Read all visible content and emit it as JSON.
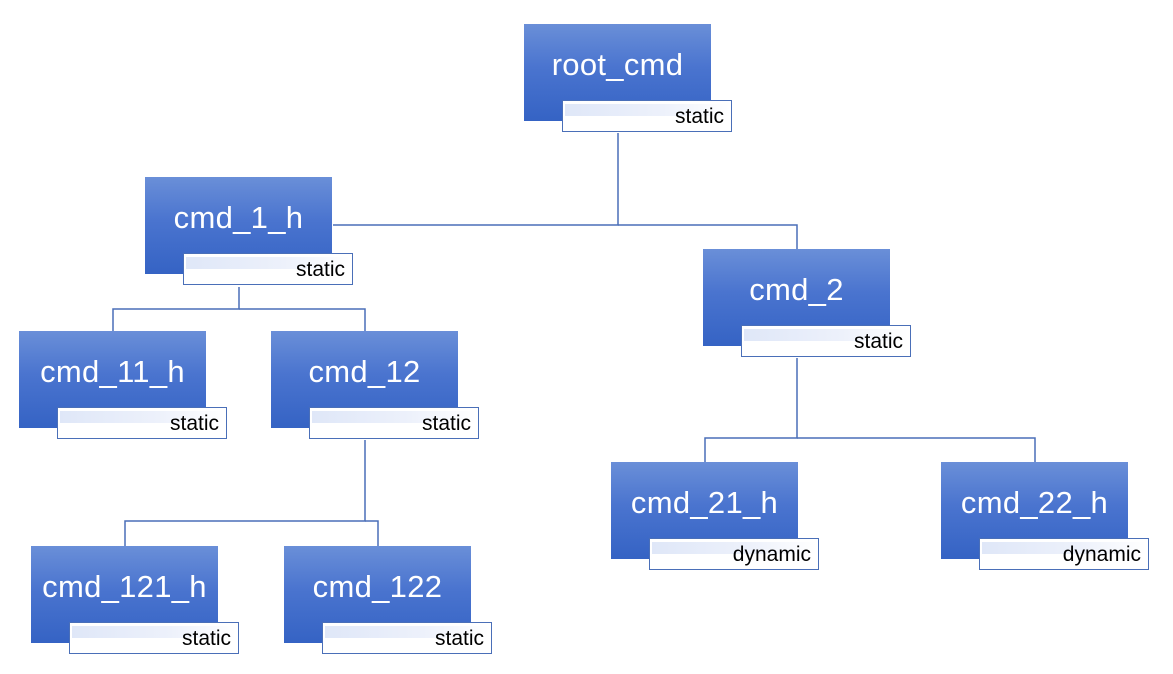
{
  "colors": {
    "node_fill": "#4a74cf",
    "connector": "#4a6fb8",
    "tag_border": "#4a6fb8"
  },
  "nodes": [
    {
      "id": "root_cmd",
      "label": "root_cmd",
      "tag": "static"
    },
    {
      "id": "cmd_1_h",
      "label": "cmd_1_h",
      "tag": "static"
    },
    {
      "id": "cmd_2",
      "label": "cmd_2",
      "tag": "static"
    },
    {
      "id": "cmd_11_h",
      "label": "cmd_11_h",
      "tag": "static"
    },
    {
      "id": "cmd_12",
      "label": "cmd_12",
      "tag": "static"
    },
    {
      "id": "cmd_121_h",
      "label": "cmd_121_h",
      "tag": "static"
    },
    {
      "id": "cmd_122",
      "label": "cmd_122",
      "tag": "static"
    },
    {
      "id": "cmd_21_h",
      "label": "cmd_21_h",
      "tag": "dynamic"
    },
    {
      "id": "cmd_22_h",
      "label": "cmd_22_h",
      "tag": "dynamic"
    }
  ],
  "edges": [
    {
      "from": "root_cmd",
      "to": "cmd_1_h"
    },
    {
      "from": "root_cmd",
      "to": "cmd_2"
    },
    {
      "from": "cmd_1_h",
      "to": "cmd_11_h"
    },
    {
      "from": "cmd_1_h",
      "to": "cmd_12"
    },
    {
      "from": "cmd_12",
      "to": "cmd_121_h"
    },
    {
      "from": "cmd_12",
      "to": "cmd_122"
    },
    {
      "from": "cmd_2",
      "to": "cmd_21_h"
    },
    {
      "from": "cmd_2",
      "to": "cmd_22_h"
    }
  ]
}
